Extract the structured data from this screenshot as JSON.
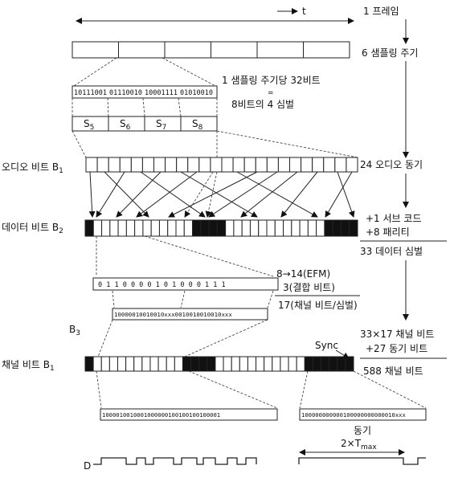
{
  "top": {
    "time_label": "t"
  },
  "right": {
    "frame": "1 프레임",
    "six_periods": "6 샘플링 주기",
    "audio_sync": "24 오디오 동기",
    "subcode": "+1 서브 코드",
    "parity": "+8 패리티",
    "data_symbols": "33 데이터 심벌",
    "channel_bits": "33×17 채널 비트",
    "sync_bits": "+27 동기 비트",
    "channel_total": "588 채널 비트"
  },
  "sampling": {
    "bits": [
      "10111001",
      "01110010",
      "10001111",
      "01010010"
    ],
    "per_period": "1 샘플링 주기당 32비트",
    "equals": "=",
    "symbols_note": "8비트의 4 심벌",
    "symbols": [
      "S",
      "S",
      "S",
      "S"
    ],
    "symbol_subs": [
      "5",
      "6",
      "7",
      "8"
    ]
  },
  "rows": {
    "audio": "오디오 비트 B",
    "audio_sub": "1",
    "data": "데이터 비트 B",
    "data_sub": "2",
    "b3": "B",
    "b3_sub": "3",
    "channel": "채널 비트 B",
    "channel_sub": "1"
  },
  "efm": {
    "title": "8→14(EFM)",
    "merge": "3(결합 비트)",
    "per_symbol": "17(채널 비트/심벌)",
    "bits14": "0 1 1 0 0 0 0 1 0 1 0 0 0 1 1 1",
    "bits17": "10000010010010xxx0010010010010xxx"
  },
  "bottom": {
    "sync_label": "Sync",
    "word1": "1000010010001000000100100100100001",
    "word2": "100000000000100000000000010xxx",
    "sync_word": "동기",
    "tmax": "2×T",
    "tmax_sub": "max",
    "d_label": "D"
  }
}
